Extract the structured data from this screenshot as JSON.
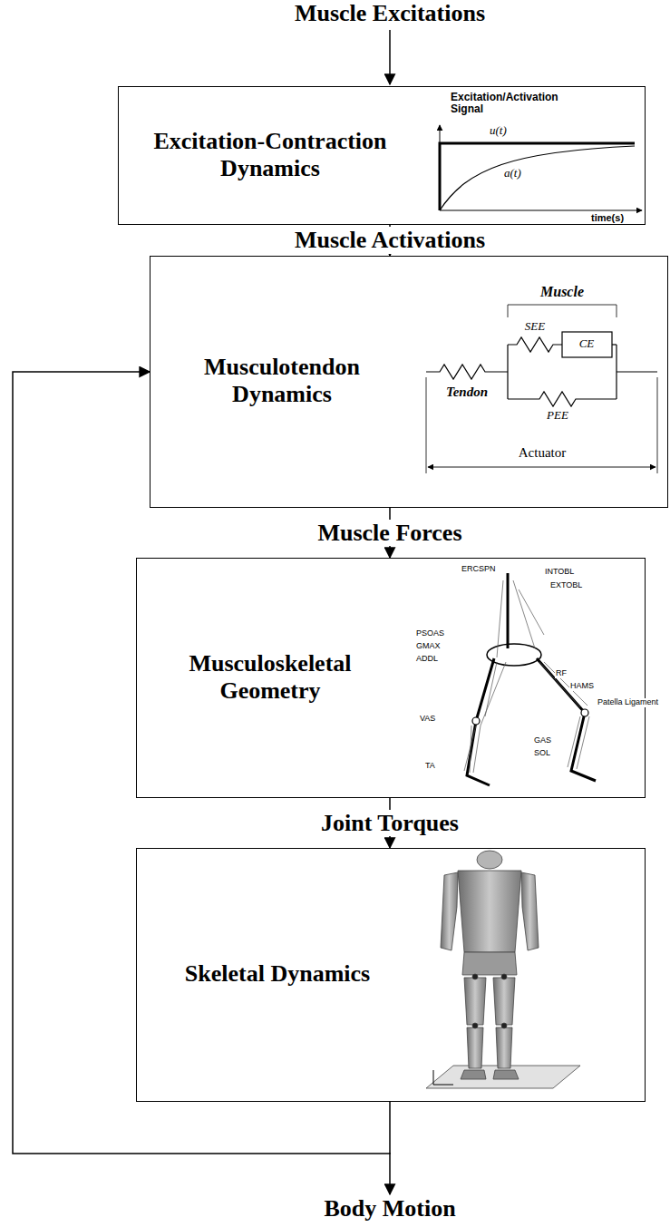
{
  "diagram": {
    "nodes": [
      {
        "text": [
          "Excitation-Contraction Dynamics"
        ]
      },
      {
        "text": [
          "Musculotendon Dynamics"
        ]
      },
      {
        "text": [
          "Musculoskeletal Geometry"
        ]
      },
      {
        "text": [
          "Skeletal Dynamics"
        ]
      }
    ],
    "edges": [
      {
        "from": 0,
        "to": 1,
        "label": "Muscle Activations",
        "arrow": "to"
      },
      {
        "from": 1,
        "to": 2,
        "label": "Muscle Forces",
        "arrow": "to"
      },
      {
        "from": 2,
        "to": 3,
        "label": "Joint Torques",
        "arrow": "to"
      },
      {
        "from": 3,
        "to": 1,
        "arrow": "to"
      }
    ],
    "labels": [
      "Muscle Excitations",
      "Excitation/Activation Signal",
      "u(t)",
      "a(t)",
      "time(s)",
      "Muscle",
      "CE",
      "SEE",
      "PEE",
      "Tendon",
      "Actuator",
      "ERCSPN",
      "INTOBL",
      "EXTOBL",
      "PSOAS",
      "GMAX",
      "ADDL",
      "RF",
      "HAMS",
      "VAS",
      "Patella Ligament",
      "GAS",
      "SOL",
      "TA",
      "Body Motion"
    ]
  }
}
